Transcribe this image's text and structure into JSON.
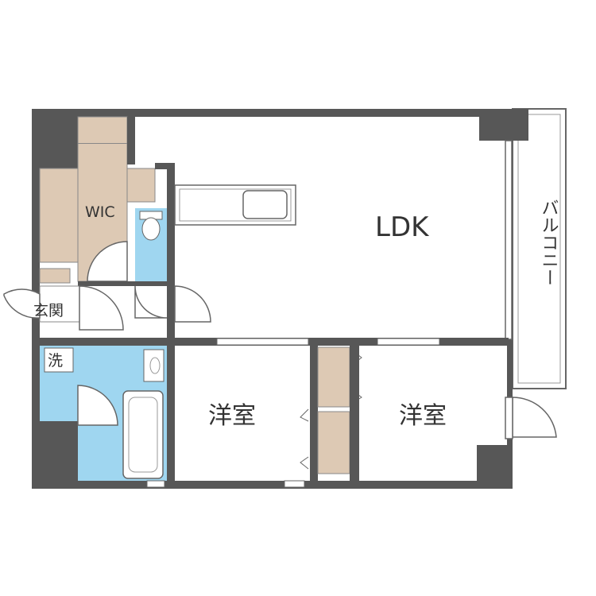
{
  "colors": {
    "wall": "#575757",
    "storage": "#ddc9b4",
    "wet": "#9fd6f0",
    "floor": "#ffffff",
    "line": "#666666",
    "text": "#333333"
  },
  "rooms": {
    "ldk": "LDK",
    "western1": "洋室",
    "western2": "洋室",
    "wic": "WIC",
    "entrance": "玄関",
    "washroom": "洗",
    "balcony": "バルコニー"
  }
}
